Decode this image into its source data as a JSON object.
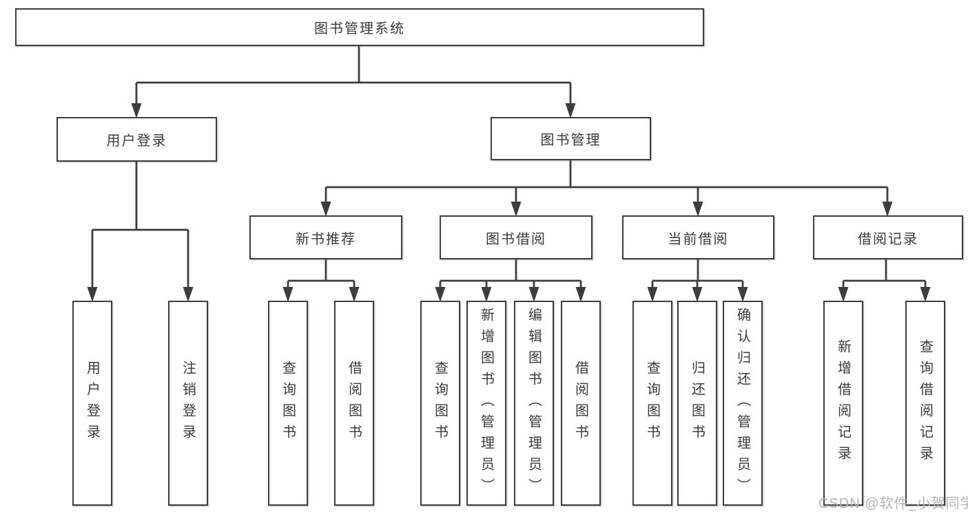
{
  "diagram": {
    "root": {
      "label": "图书管理系统"
    },
    "level2": [
      {
        "label": "用户登录"
      },
      {
        "label": "图书管理"
      }
    ],
    "level3": [
      {
        "label": "新书推荐",
        "parent": "图书管理"
      },
      {
        "label": "图书借阅",
        "parent": "图书管理"
      },
      {
        "label": "当前借阅",
        "parent": "图书管理"
      },
      {
        "label": "借阅记录",
        "parent": "图书管理"
      }
    ],
    "leaf_groups": [
      {
        "parent": "用户登录",
        "children": [
          "用户登录",
          "注销登录"
        ]
      },
      {
        "parent": "新书推荐",
        "children": [
          "查询图书",
          "借阅图书"
        ]
      },
      {
        "parent": "图书借阅",
        "children": [
          "查询图书",
          "新增图书（管理员）",
          "编辑图书（管理员）",
          "借阅图书"
        ]
      },
      {
        "parent": "当前借阅",
        "children": [
          "查询图书",
          "归还图书",
          "确认归还（管理员）"
        ]
      },
      {
        "parent": "借阅记录",
        "children": [
          "新增借阅记录",
          "查询借阅记录"
        ]
      }
    ]
  },
  "watermark": {
    "text": "CSDN @软件_小贺同学"
  },
  "colors": {
    "line": "#3d3d3d",
    "text": "#3a3a3a",
    "background": "#ffffff",
    "box_fill": "#ffffff",
    "watermark": "#b3b3b3"
  }
}
